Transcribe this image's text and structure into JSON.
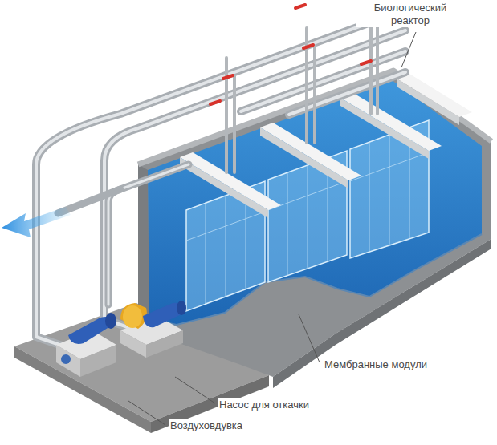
{
  "diagram": {
    "labels": [
      "Биологический реактор",
      "Мембранные модули",
      "Насос для откачки",
      "Воздуховдувка"
    ]
  }
}
